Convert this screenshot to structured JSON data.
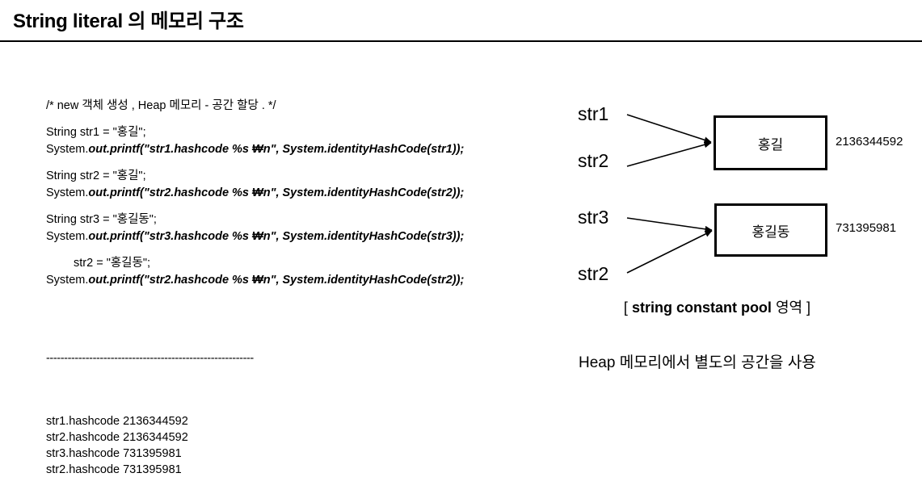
{
  "slide": {
    "title": "String literal 의 메모리 구조"
  },
  "code": {
    "lines": [
      {
        "type": "plain",
        "text": "/* new 객체 생성 , Heap 메모리 - 공간 할당 . */"
      },
      {
        "type": "spacer",
        "text": ""
      },
      {
        "type": "plain",
        "text": "String str1 = \"홍길\";"
      },
      {
        "type": "split",
        "prefix": "System.",
        "emph": "out.printf(\"str1.hashcode %s ₩n\", System.identityHashCode(str1));"
      },
      {
        "type": "spacer",
        "text": ""
      },
      {
        "type": "plain",
        "text": "String str2 = \"홍길\";"
      },
      {
        "type": "split",
        "prefix": "System.",
        "emph": "out.printf(\"str2.hashcode %s ₩n\", System.identityHashCode(str2));"
      },
      {
        "type": "spacer",
        "text": ""
      },
      {
        "type": "plain",
        "text": "String str3 = \"홍길동\";"
      },
      {
        "type": "split",
        "prefix": "System.",
        "emph": "out.printf(\"str3.hashcode %s ₩n\", System.identityHashCode(str3));"
      },
      {
        "type": "spacer",
        "text": ""
      },
      {
        "type": "indent",
        "text": "str2 = \"홍길동\";"
      },
      {
        "type": "split",
        "prefix": "System.",
        "emph": "out.printf(\"str2.hashcode %s ₩n\", System.identityHashCode(str2));"
      }
    ]
  },
  "console": {
    "rule": "----------------------------------------------------------",
    "output": [
      "str1.hashcode 2136344592",
      "str2.hashcode 2136344592",
      "str3.hashcode 731395981",
      "str2.hashcode 731395981"
    ]
  },
  "diagram": {
    "references": {
      "str1": "str1",
      "str2_top": "str2",
      "str3": "str3",
      "str2_bottom": "str2"
    },
    "boxes": [
      {
        "value": "홍길",
        "hash": "2136344592"
      },
      {
        "value": "홍길동",
        "hash": "731395981"
      }
    ],
    "caption": {
      "open_bracket": "[ ",
      "strong": "string constant pool",
      "tail": " 영역 ]"
    },
    "note": "Heap 메모리에서 별도의 공간을 사용"
  },
  "colors": {
    "ink": "#000000",
    "background": "#ffffff"
  }
}
